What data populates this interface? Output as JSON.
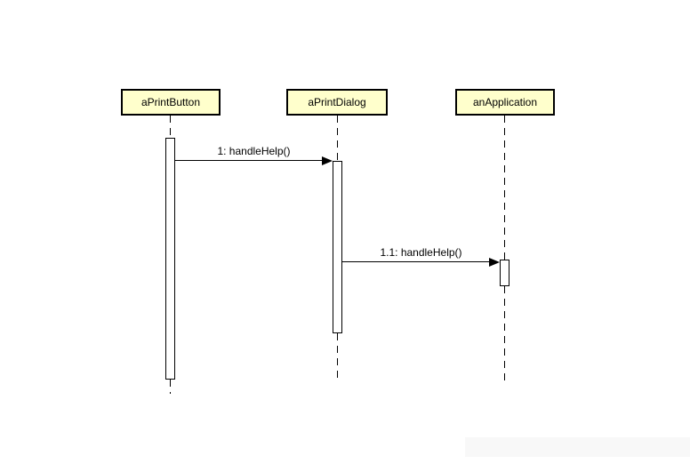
{
  "diagram": {
    "type": "uml-sequence-diagram",
    "colors": {
      "background": "#ffffff",
      "lifeline_head_fill": "#ffffcc",
      "lifeline_head_border": "#000000",
      "line_color": "#000000",
      "activation_fill": "#ffffff",
      "watermark_fill": "#f8f8f8"
    },
    "lifelines": [
      {
        "name": "aPrintButton"
      },
      {
        "name": "aPrintDialog"
      },
      {
        "name": "anApplication"
      }
    ],
    "messages": [
      {
        "label": "1: handleHelp()",
        "from": "aPrintButton",
        "to": "aPrintDialog",
        "kind": "synchronous-call"
      },
      {
        "label": "1.1: handleHelp()",
        "from": "aPrintDialog",
        "to": "anApplication",
        "kind": "synchronous-call"
      }
    ]
  }
}
